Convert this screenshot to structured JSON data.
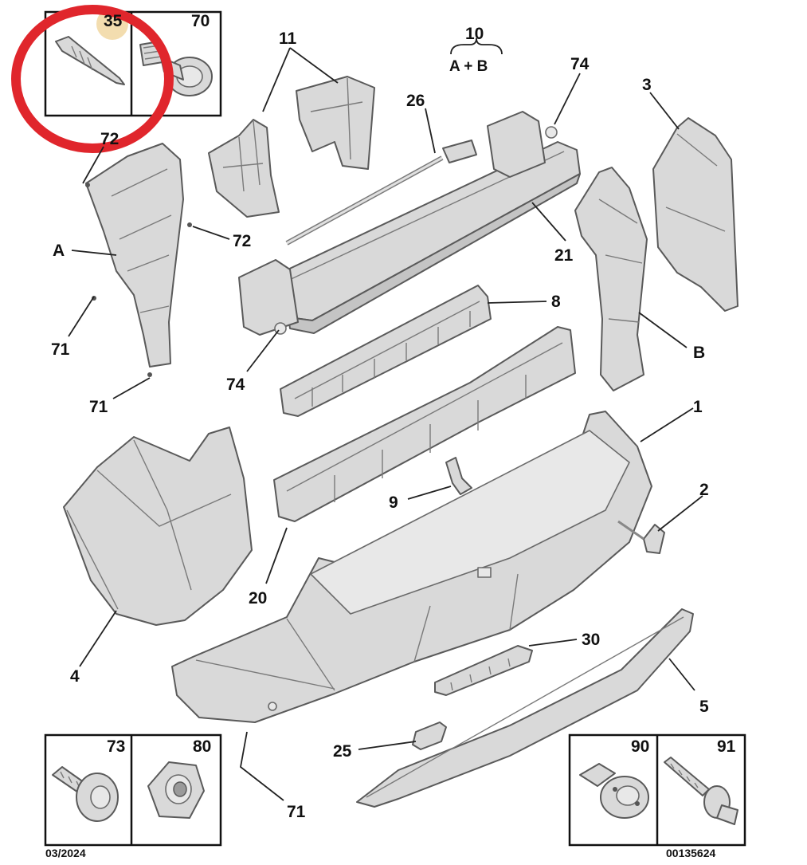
{
  "diagram": {
    "callouts": {
      "c35": "35",
      "c70": "70",
      "c11": "11",
      "c10": "10",
      "c10_sub": "A + B",
      "c74_top": "74",
      "c3": "3",
      "c26": "26",
      "c72_top": "72",
      "c72_mid": "72",
      "cA": "A",
      "c21": "21",
      "c8": "8",
      "cB": "B",
      "c71_a": "71",
      "c74_bottom": "74",
      "c71_b": "71",
      "c1": "1",
      "c9": "9",
      "c2": "2",
      "c20": "20",
      "c4": "4",
      "c30": "30",
      "c5": "5",
      "c73": "73",
      "c80": "80",
      "c25": "25",
      "c90": "90",
      "c91": "91",
      "c71_c": "71"
    },
    "footer": {
      "date": "03/2024",
      "ref": "00135624"
    },
    "highlight_color": "#e0262c"
  }
}
